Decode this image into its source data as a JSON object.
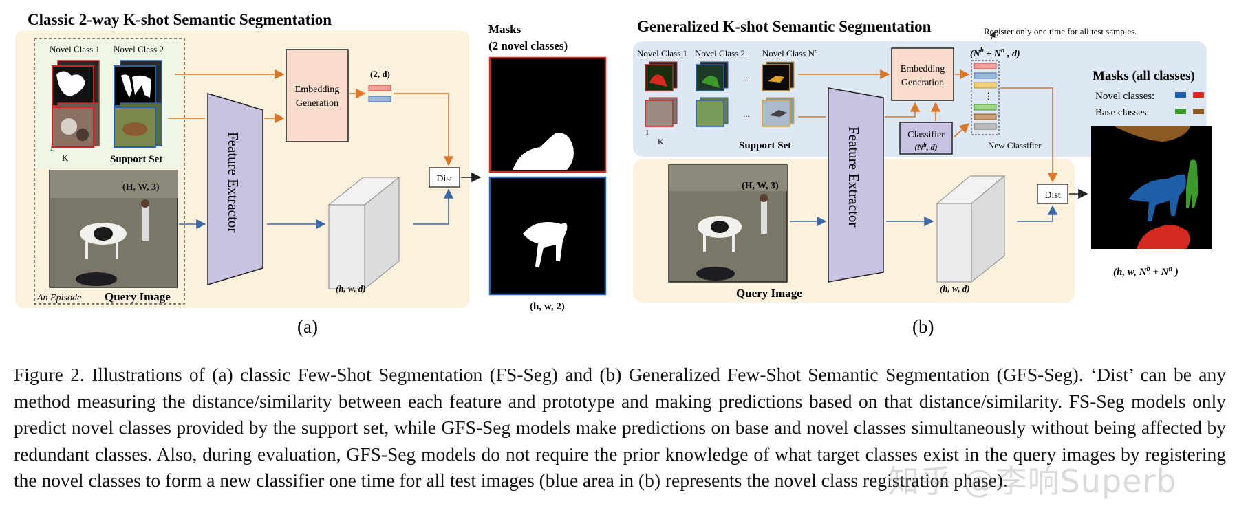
{
  "panel_a": {
    "title": "Classic 2-way K-shot Semantic Segmentation",
    "novel_class_1": "Novel Class 1",
    "novel_class_2": "Novel Class 2",
    "shot_index_1": "1",
    "shot_index_k": "K",
    "support_set": "Support Set",
    "query_dims": "(H, W, 3)",
    "episode_label": "An Episode",
    "query_image": "Query Image",
    "feature_extractor": "Feature Extractor",
    "embedding_line1": "Embedding",
    "embedding_line2": "Generation",
    "prototype_dims": "(2, d)",
    "feature_dims": "(h, w, d)",
    "dist": "Dist",
    "masks_line1": "Masks",
    "masks_line2": "(2 novel classes)",
    "mask_dims": "(h, w, 2)",
    "sub_label": "(a)"
  },
  "panel_b": {
    "title": "Generalized K-shot Semantic Segmentation",
    "register_note": "Register only one time for all test samples.",
    "novel_class_1": "Novel Class 1",
    "novel_class_2": "Novel Class 2",
    "novel_class_n": "Novel Class N",
    "novel_class_n_sup": "n",
    "ellipsis": "...",
    "shot_index_1": "1",
    "shot_index_k": "K",
    "support_set": "Support Set",
    "embedding_line1": "Embedding",
    "embedding_line2": "Generation",
    "classifier_line1": "Classifier",
    "classifier_line2": "(N",
    "classifier_sup": "b",
    "classifier_line2_end": ", d)",
    "proto_dims_open": "(N",
    "proto_dims_sup_b": "b",
    "proto_dims_mid": " + N",
    "proto_dims_sup_n": "n",
    "proto_dims_end": " , d)",
    "new_classifier": "New Classifier",
    "query_dims": "(H, W, 3)",
    "query_image": "Query Image",
    "feature_extractor": "Feature Extractor",
    "feature_dims": "(h, w, d)",
    "dist": "Dist",
    "masks_title": "Masks (all classes)",
    "novel_classes": "Novel classes:",
    "base_classes": "Base classes:",
    "mask_dims_open": "(h, w, N",
    "mask_dims_sup_b": "b",
    "mask_dims_mid": " + N",
    "mask_dims_sup_n": "n",
    "mask_dims_end": " )",
    "sub_label": "(b)"
  },
  "caption": {
    "part1": "Figure 2. Illustrations of (a) classic Few-Shot Segmentation (FS-Seg) and (b) Generalized Few-Shot Semantic Segmentation (GFS-Seg). ‘Dist’ can be any method measuring the distance/similarity between each feature and prototype and making predictions based on that distance/similarity. FS-Seg models only predict novel classes provided by the support set, while GFS-Seg models make predictions on base and novel classes simultaneously without being affected by redundant classes. Also, during evaluation, GFS-Seg models do not require the prior knowledge of what target classes exist in the query images by registering the novel classes to form a new classifier one time for all test images (blue area in (b) represents the novel class registration phase)."
  },
  "watermark": "知乎 @李响Superb",
  "colors": {
    "panel_cream": "#fbf1dd",
    "panel_blue": "#dde8f4",
    "support_green": "#eef6e6",
    "extractor_purple": "#c9c3e3",
    "embedding_peach": "#f9dccb",
    "arrow_orange": "#d9772a",
    "arrow_blue": "#3d6aa6",
    "novel_blue": "#1f5fa8",
    "novel_red": "#d42a20",
    "base_green": "#3c9a2b",
    "base_brown": "#8a5a22"
  }
}
